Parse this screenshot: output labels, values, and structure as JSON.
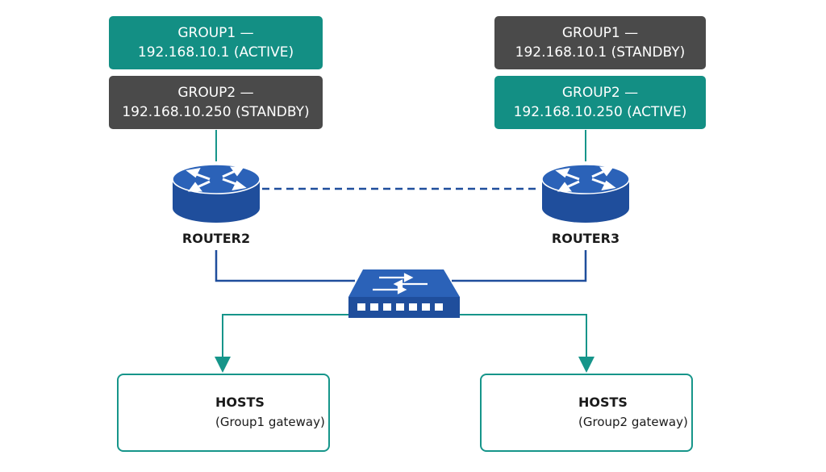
{
  "colors": {
    "active": "#138f84",
    "standby": "#4a4a4a",
    "router": "#1f4e9c",
    "link_blue": "#1f4e9c",
    "link_teal": "#16958a"
  },
  "router2": {
    "name": "ROUTER2",
    "group1": {
      "line1": "GROUP1 —",
      "line2": "192.168.10.1 (ACTIVE)"
    },
    "group2": {
      "line1": "GROUP2 —",
      "line2": "192.168.10.250 (STANDBY)"
    }
  },
  "router3": {
    "name": "ROUTER3",
    "group1": {
      "line1": "GROUP1 —",
      "line2": "192.168.10.1 (STANDBY)"
    },
    "group2": {
      "line1": "GROUP2 —",
      "line2": "192.168.10.250 (ACTIVE)"
    }
  },
  "hosts_left": {
    "title": "HOSTS",
    "subtitle": "(Group1 gateway)"
  },
  "hosts_right": {
    "title": "HOSTS",
    "subtitle": "(Group2 gateway)"
  }
}
